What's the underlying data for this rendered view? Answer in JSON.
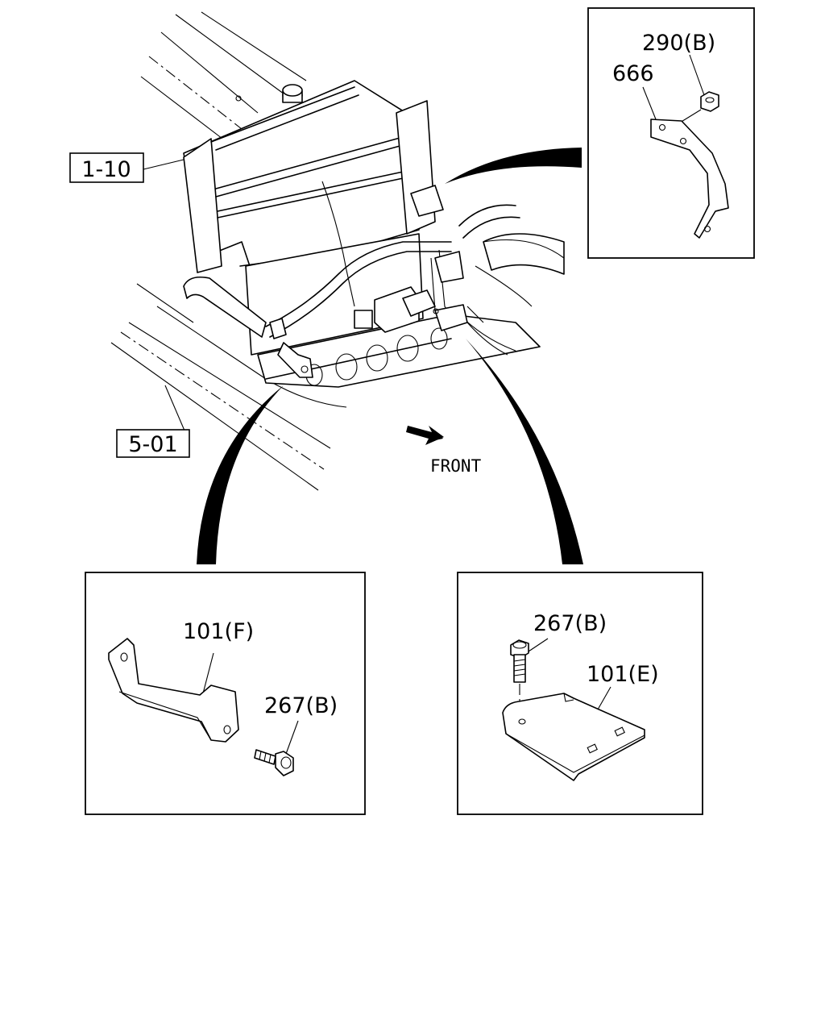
{
  "references": {
    "radiator": "1-10",
    "frame": "5-01"
  },
  "direction_label": "FRONT",
  "callouts": {
    "top_right": {
      "bracket": "666",
      "nut": "290(B)"
    },
    "bottom_left": {
      "bracket": "101(F)",
      "bolt": "267(B)"
    },
    "bottom_right": {
      "bolt": "267(B)",
      "plate": "101(E)"
    }
  },
  "icons": [
    "front-arrow-icon"
  ]
}
